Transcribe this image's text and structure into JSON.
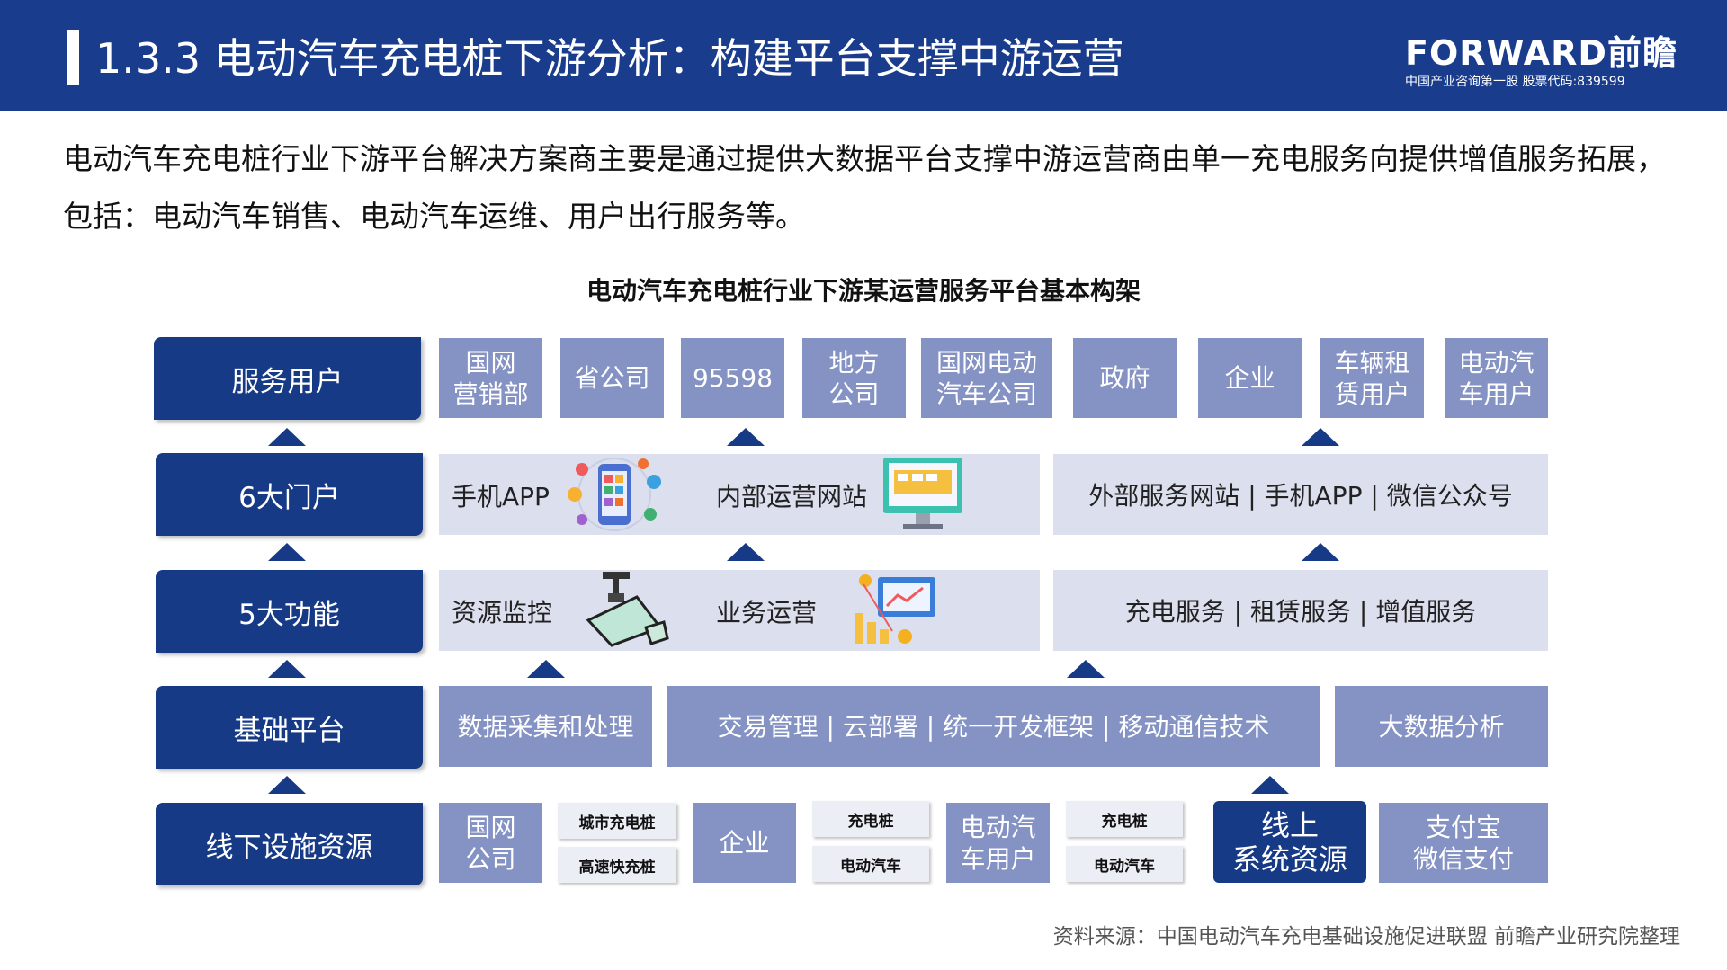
{
  "header": {
    "title": "1.3.3 电动汽车充电桩下游分析：构建平台支撑中游运营",
    "logo": "FORWARD前瞻",
    "logo_sub": "中国产业咨询第一股  股票代码:839599"
  },
  "intro": "电动汽车充电桩行业下游平台解决方案商主要是通过提供大数据平台支撑中游运营商由单一充电服务向提供增值服务拓展，包括：电动汽车销售、电动汽车运维、用户出行服务等。",
  "diagram": {
    "title": "电动汽车充电桩行业下游某运营服务平台基本构架",
    "rows": {
      "users": {
        "label": "服务用户",
        "items": [
          "国网\n营销部",
          "省公司",
          "95598",
          "地方\n公司",
          "国网电动\n汽车公司",
          "政府",
          "企业",
          "车辆租\n赁用户",
          "电动汽\n车用户"
        ]
      },
      "portals": {
        "label": "6大门户",
        "left": [
          "手机APP",
          "内部运营网站"
        ],
        "right": "外部服务网站 | 手机APP | 微信公众号"
      },
      "functions": {
        "label": "5大功能",
        "left": [
          "资源监控",
          "业务运营"
        ],
        "right": "充电服务 | 租赁服务 | 增值服务"
      },
      "platform": {
        "label": "基础平台",
        "items": [
          "数据采集和处理",
          "交易管理 | 云部署 | 统一开发框架 | 移动通信技术",
          "大数据分析"
        ]
      },
      "resources": {
        "label": "线下设施资源",
        "items": {
          "guowang": "国网\n公司",
          "city_pile": "城市充电桩",
          "highway_pile": "高速快充桩",
          "enterprise": "企业",
          "pile_a": "充电桩",
          "ev_a": "电动汽车",
          "ev_user": "电动汽\n车用户",
          "pile_b": "充电桩",
          "ev_b": "电动汽车",
          "online": "线上\n系统资源",
          "pay": "支付宝\n微信支付"
        }
      }
    }
  },
  "footer": "资料来源：中国电动汽车充电基础设施促进联盟 前瞻产业研究院整理",
  "colors": {
    "primary": "#163a86",
    "header": "#1a3c8c",
    "mid": "#8492c4",
    "light": "#dcdfee"
  },
  "icons": [
    "phone-app-icon",
    "monitor-icon",
    "cctv-camera-icon",
    "business-chart-icon"
  ]
}
